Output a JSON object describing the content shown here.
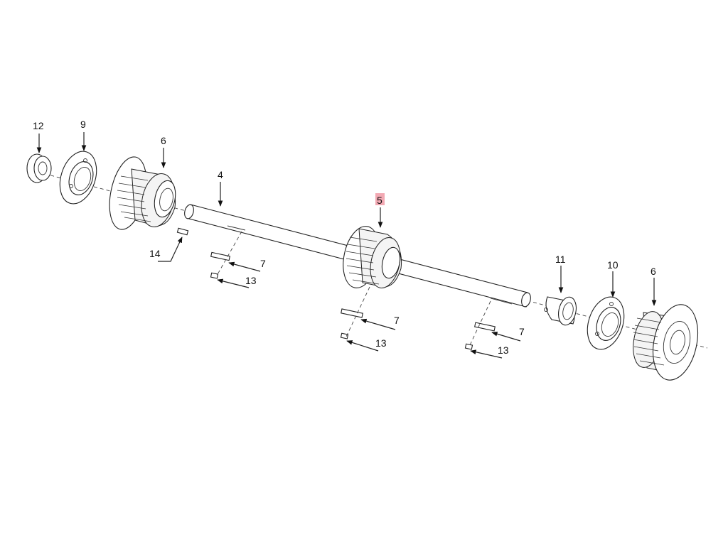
{
  "callouts": {
    "c12": "12",
    "c9": "9",
    "c6_left": "6",
    "c4": "4",
    "c5": "5",
    "c14": "14",
    "c7_a": "7",
    "c13_a": "13",
    "c7_b": "7",
    "c13_b": "13",
    "c7_c": "7",
    "c13_c": "13",
    "c11": "11",
    "c10": "10",
    "c6_right": "6"
  },
  "colors": {
    "highlight": "#f2a9b3",
    "line": "#222222"
  }
}
